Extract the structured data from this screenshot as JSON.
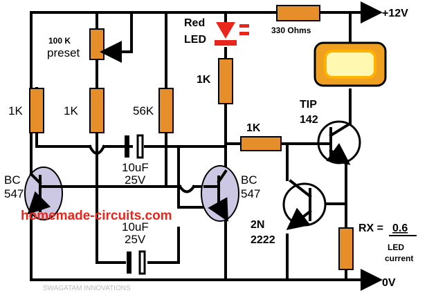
{
  "labels": {
    "supply_pos": "+12V",
    "supply_neg": "0V",
    "r_series": "330 Ohms",
    "led_top": "Red",
    "led_bottom": "LED",
    "r_led": "1K",
    "preset_value": "100 K",
    "preset_word": "preset",
    "r1": "1K",
    "r2": "1K",
    "r3": "56K",
    "cap_top_value": "10uF",
    "cap_top_voltage": "25V",
    "cap_bottom_value": "10uF",
    "cap_bottom_voltage": "25V",
    "q1_type_a": "BC",
    "q1_type_b": "547",
    "q2_type_a": "BC",
    "q2_type_b": "547",
    "r_base": "1K",
    "tip_a": "TIP",
    "tip_b": "142",
    "q3_a": "2N",
    "q3_b": "2222",
    "rx_label": "RX =",
    "rx_value": "0.6",
    "rx_unit_a": "LED",
    "rx_unit_b": "current",
    "watermark": "homemade-circuits.com",
    "credit": "SWAGATAM INNOVATIONS"
  },
  "colors": {
    "resistor": "#e58e2a",
    "transistor": "#ccc7e3",
    "led": "#e8261b",
    "watermark": "#e8261b",
    "lamp_outer": "#f0a020",
    "lamp_inner": "#fff8b0",
    "credit": "#bdbdbd"
  }
}
